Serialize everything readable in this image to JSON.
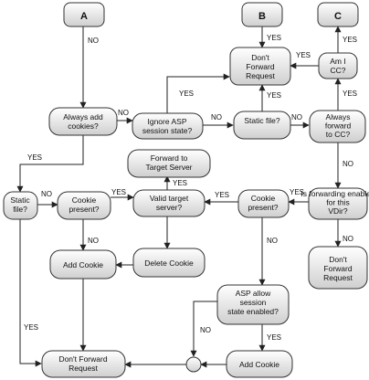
{
  "colors": {
    "node_fill_top": "#ffffff",
    "node_fill_bottom": "#cfcfcf",
    "stroke": "#333333",
    "text": "#111111",
    "background": "#ffffff"
  },
  "nodes": {
    "term_a": "A",
    "term_b": "B",
    "term_c": "C",
    "dont_forward_top": "Don't Forward Request",
    "am_i_cc": "Am I CC?",
    "always_add_cookies": "Always add cookies?",
    "ignore_asp_session": "Ignore ASP session state?",
    "static_file_center": "Static file?",
    "always_forward_cc": "Always forward to CC?",
    "forward_target": "Forward to Target Server",
    "static_file_left": "Static file?",
    "cookie_present_left": "Cookie present?",
    "valid_target": "Valid target server?",
    "cookie_present_right": "Cookie present?",
    "forwarding_enabled": "Is forwarding enabled for this VDir?",
    "add_cookie_left": "Add Cookie",
    "delete_cookie": "Delete Cookie",
    "dont_forward_right": "Don't Forward Request",
    "asp_allow_session": "ASP allow session state enabled?",
    "dont_forward_bottom": "Don't Forward Request",
    "add_cookie_bottom": "Add Cookie"
  },
  "edge_labels": {
    "a_no": "NO",
    "b_yes": "YES",
    "c_yes": "YES",
    "amicc_yes_left": "YES",
    "amicc_yes_down": "YES",
    "ignore_yes": "YES",
    "static_center_yes": "YES",
    "always_add_no": "NO",
    "ignore_no": "NO",
    "static_center_no": "NO",
    "always_add_yes": "YES",
    "always_forward_no": "NO",
    "static_left_no": "NO",
    "cookie_left_yes": "YES",
    "valid_yes_up": "YES",
    "cookie_right_yes": "YES",
    "forwarding_yes": "YES",
    "cookie_left_no": "NO",
    "cookie_right_no": "NO",
    "forwarding_no": "NO",
    "static_left_yes": "YES",
    "asp_no": "NO",
    "asp_yes": "YES"
  }
}
